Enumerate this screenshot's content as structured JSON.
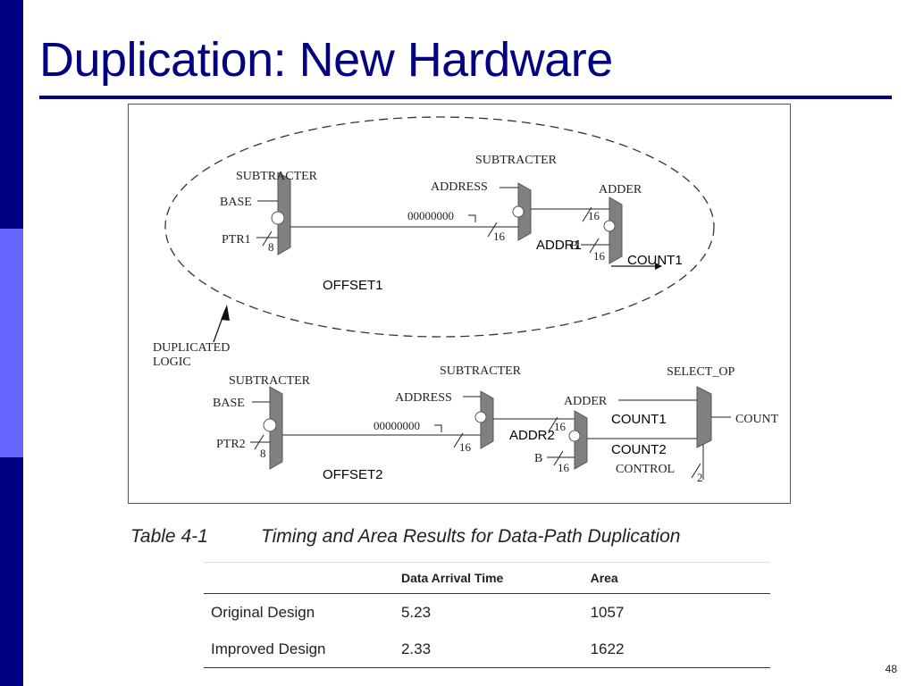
{
  "slide": {
    "title": "Duplication: New Hardware",
    "page_number": "48"
  },
  "colors": {
    "title": "#000080",
    "sidebar_dark": "#000080",
    "sidebar_light": "#6666ff",
    "block_fill": "#808080"
  },
  "diagram": {
    "top": {
      "subtracter1": "SUBTRACTER",
      "base": "BASE",
      "ptr": "PTR1",
      "ptr_width": "8",
      "subtracter2": "SUBTRACTER",
      "address": "ADDRESS",
      "zeros": "00000000",
      "addr_width": "16",
      "adder": "ADDER",
      "adder_in_width": "16",
      "b": "B",
      "b_width": "16",
      "addr_overlay": "ADDR1",
      "count_overlay": "COUNT1",
      "offset_overlay": "OFFSET1"
    },
    "duplicated_logic": [
      "DUPLICATED",
      "LOGIC"
    ],
    "bottom": {
      "subtracter1": "SUBTRACTER",
      "base": "BASE",
      "ptr": "PTR2",
      "ptr_width": "8",
      "subtracter2": "SUBTRACTER",
      "address": "ADDRESS",
      "zeros": "00000000",
      "addr_width": "16",
      "adder": "ADDER",
      "adder_in_width": "16",
      "b": "B",
      "b_width": "16",
      "select_op": "SELECT_OP",
      "count": "COUNT",
      "control": "CONTROL",
      "control_width": "2",
      "count1_overlay": "COUNT1",
      "count2_overlay": "COUNT2",
      "addr_overlay": "ADDR2",
      "offset_overlay": "OFFSET2"
    }
  },
  "table": {
    "caption_number": "Table 4-1",
    "caption_title": "Timing and Area Results for Data-Path Duplication",
    "headers": [
      "",
      "Data Arrival Time",
      "Area"
    ],
    "rows": [
      [
        "Original Design",
        "5.23",
        "1057"
      ],
      [
        "Improved Design",
        "2.33",
        "1622"
      ]
    ]
  }
}
